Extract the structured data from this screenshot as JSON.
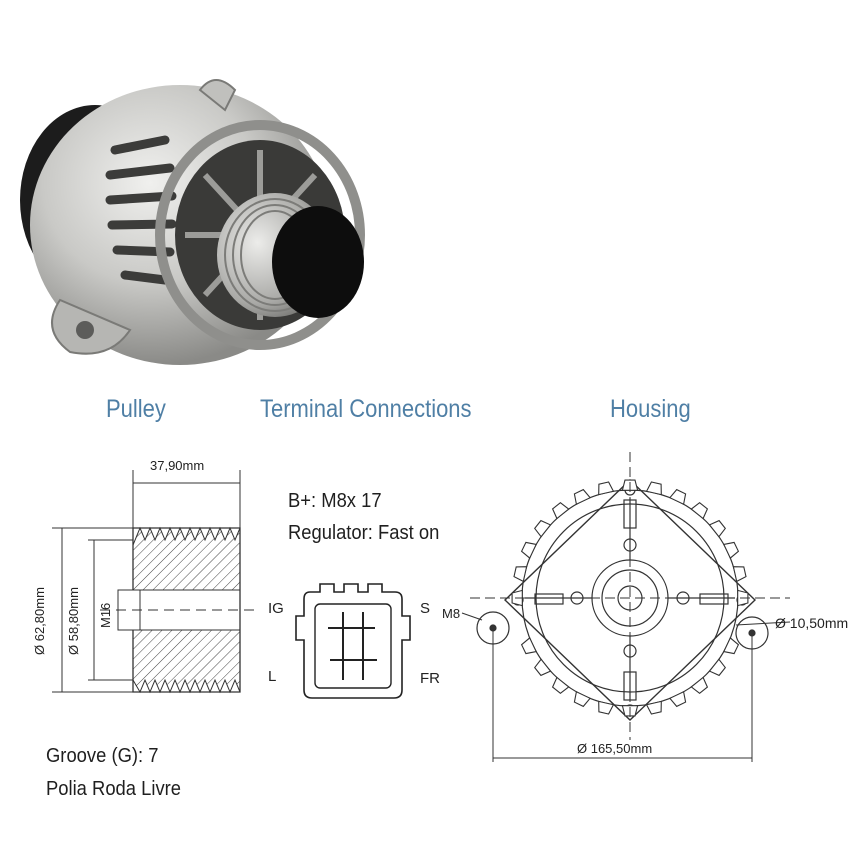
{
  "titles": {
    "pulley": "Pulley",
    "terminal": "Terminal Connections",
    "housing": "Housing"
  },
  "pulley": {
    "width_dim": "37,90mm",
    "outer_dia": "Ø 62,80mm",
    "inner_dia": "Ø 58,80mm",
    "thread": "M16",
    "groove": "Groove (G): 7",
    "type": "Polia Roda Livre"
  },
  "terminal": {
    "bplus": "B+: M8x 17",
    "regulator": "Regulator: Fast on",
    "ig": "IG",
    "s": "S",
    "l": "L",
    "fr": "FR"
  },
  "housing": {
    "bolt": "M8",
    "hole_dia": "Ø 10,50mm",
    "span": "Ø 165,50mm"
  }
}
